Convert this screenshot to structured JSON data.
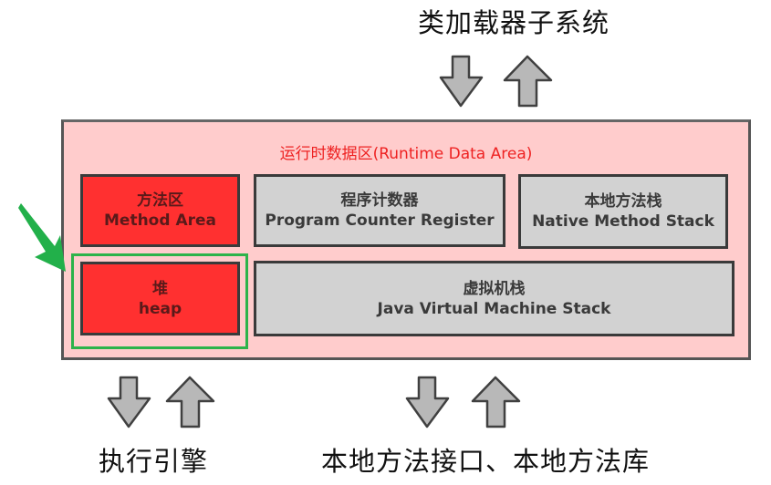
{
  "top": {
    "label": "类加载器子系统",
    "arrows": [
      "down",
      "up"
    ]
  },
  "runtime_area": {
    "title": "运行时数据区(Runtime Data Area)",
    "background": "#ffcccc",
    "title_color": "#ee2222",
    "areas": [
      {
        "zh": "方法区",
        "en": "Method Area",
        "color": "red",
        "highlighted": false
      },
      {
        "zh": "程序计数器",
        "en": "Program Counter Register",
        "color": "gray",
        "highlighted": false
      },
      {
        "zh": "本地方法栈",
        "en": "Native Method Stack",
        "color": "gray",
        "highlighted": false
      },
      {
        "zh": "堆",
        "en": "heap",
        "color": "red",
        "highlighted": true
      },
      {
        "zh": "虚拟机栈",
        "en": "Java Virtual Machine Stack",
        "color": "gray",
        "highlighted": false
      }
    ]
  },
  "bottom_left": {
    "label": "执行引擎",
    "arrows": [
      "down",
      "up"
    ]
  },
  "bottom_right": {
    "label": "本地方法接口、本地方法库",
    "arrows": [
      "down",
      "up"
    ]
  },
  "colors": {
    "red_box": "#ff3030",
    "gray_box": "#d2d2d2",
    "highlight": "#2db34a",
    "pointer_arrow": "#22b04a",
    "flow_arrow_fill": "#b8b8b8",
    "flow_arrow_stroke": "#404040"
  },
  "annotations": {
    "pointer": "green-arrow pointing to heap"
  }
}
